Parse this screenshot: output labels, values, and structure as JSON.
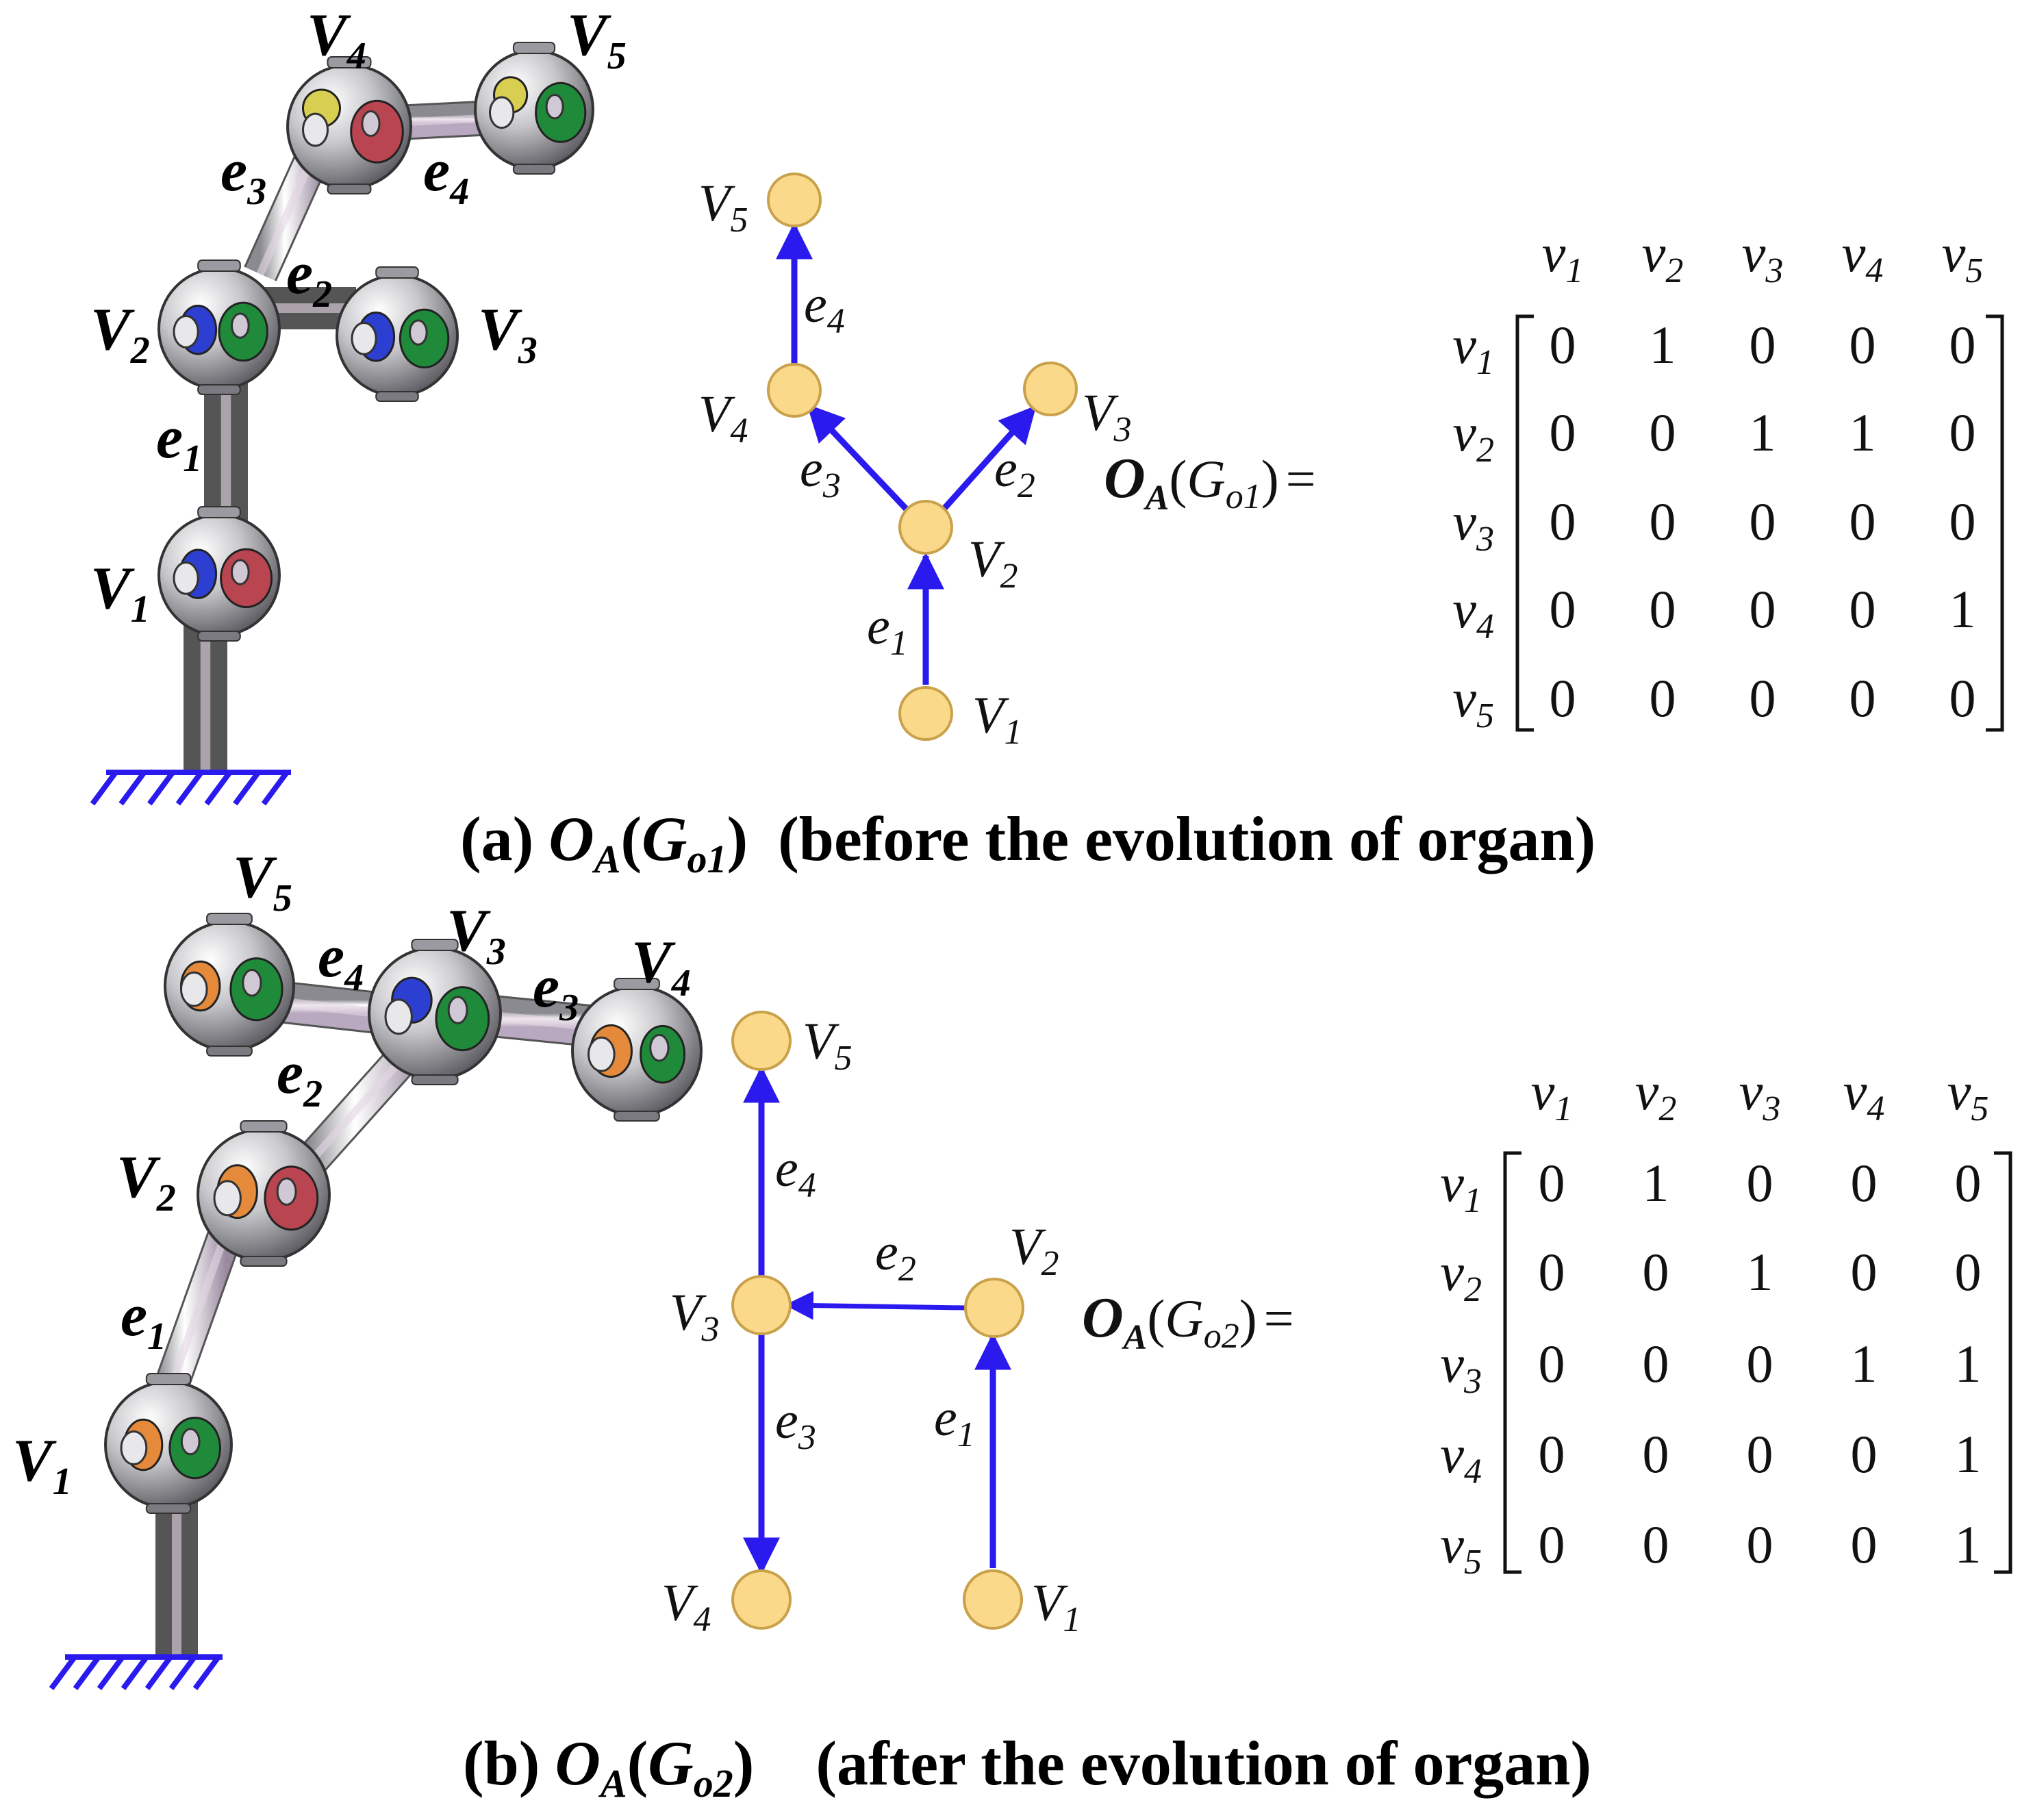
{
  "panels": [
    {
      "id": "a",
      "caption": {
        "prefix": "(a)",
        "O": "O",
        "A": "A",
        "paren_open": "(",
        "G": "G",
        "sub": "o1",
        "paren_close": ")",
        "text": "(before the evolution of organ)"
      },
      "robot_labels": {
        "modules": [
          {
            "letter": "V",
            "sub": "1"
          },
          {
            "letter": "V",
            "sub": "2"
          },
          {
            "letter": "V",
            "sub": "3"
          },
          {
            "letter": "V",
            "sub": "4"
          },
          {
            "letter": "V",
            "sub": "5"
          }
        ],
        "links": [
          {
            "letter": "e",
            "sub": "1"
          },
          {
            "letter": "e",
            "sub": "2"
          },
          {
            "letter": "e",
            "sub": "3"
          },
          {
            "letter": "e",
            "sub": "4"
          }
        ]
      },
      "graph": {
        "nodes": [
          {
            "letter": "V",
            "sub": "1"
          },
          {
            "letter": "V",
            "sub": "2"
          },
          {
            "letter": "V",
            "sub": "3"
          },
          {
            "letter": "V",
            "sub": "4"
          },
          {
            "letter": "V",
            "sub": "5"
          }
        ],
        "edges": [
          {
            "letter": "e",
            "sub": "1",
            "from": "V1",
            "to": "V2"
          },
          {
            "letter": "e",
            "sub": "2",
            "from": "V2",
            "to": "V3"
          },
          {
            "letter": "e",
            "sub": "3",
            "from": "V2",
            "to": "V4"
          },
          {
            "letter": "e",
            "sub": "4",
            "from": "V4",
            "to": "V5"
          }
        ]
      },
      "matrix": {
        "lhs": {
          "O": "O",
          "A": "A",
          "paren_open": "(",
          "G": "G",
          "sub": "o1",
          "paren_close": ")",
          "eq": "="
        },
        "col_headers": [
          {
            "letter": "v",
            "sub": "1"
          },
          {
            "letter": "v",
            "sub": "2"
          },
          {
            "letter": "v",
            "sub": "3"
          },
          {
            "letter": "v",
            "sub": "4"
          },
          {
            "letter": "v",
            "sub": "5"
          }
        ],
        "row_headers": [
          {
            "letter": "v",
            "sub": "1"
          },
          {
            "letter": "v",
            "sub": "2"
          },
          {
            "letter": "v",
            "sub": "3"
          },
          {
            "letter": "v",
            "sub": "4"
          },
          {
            "letter": "v",
            "sub": "5"
          }
        ],
        "rows": [
          [
            "0",
            "1",
            "0",
            "0",
            "0"
          ],
          [
            "0",
            "0",
            "1",
            "1",
            "0"
          ],
          [
            "0",
            "0",
            "0",
            "0",
            "0"
          ],
          [
            "0",
            "0",
            "0",
            "0",
            "1"
          ],
          [
            "0",
            "0",
            "0",
            "0",
            "0"
          ]
        ]
      }
    },
    {
      "id": "b",
      "caption": {
        "prefix": "(b)",
        "O": "O",
        "A": "A",
        "paren_open": "(",
        "G": "G",
        "sub": "o2",
        "paren_close": ")",
        "text": "(after the evolution of organ)"
      },
      "robot_labels": {
        "modules": [
          {
            "letter": "V",
            "sub": "1"
          },
          {
            "letter": "V",
            "sub": "2"
          },
          {
            "letter": "V",
            "sub": "3"
          },
          {
            "letter": "V",
            "sub": "4"
          },
          {
            "letter": "V",
            "sub": "5"
          }
        ],
        "links": [
          {
            "letter": "e",
            "sub": "1"
          },
          {
            "letter": "e",
            "sub": "2"
          },
          {
            "letter": "e",
            "sub": "3"
          },
          {
            "letter": "e",
            "sub": "4"
          }
        ]
      },
      "graph": {
        "nodes": [
          {
            "letter": "V",
            "sub": "1"
          },
          {
            "letter": "V",
            "sub": "2"
          },
          {
            "letter": "V",
            "sub": "3"
          },
          {
            "letter": "V",
            "sub": "4"
          },
          {
            "letter": "V",
            "sub": "5"
          }
        ],
        "edges": [
          {
            "letter": "e",
            "sub": "1",
            "from": "V1",
            "to": "V2"
          },
          {
            "letter": "e",
            "sub": "2",
            "from": "V2",
            "to": "V3"
          },
          {
            "letter": "e",
            "sub": "3",
            "from": "V3",
            "to": "V4"
          },
          {
            "letter": "e",
            "sub": "4",
            "from": "V3",
            "to": "V5"
          }
        ]
      },
      "matrix": {
        "lhs": {
          "O": "O",
          "A": "A",
          "paren_open": "(",
          "G": "G",
          "sub": "o2",
          "paren_close": ")",
          "eq": "="
        },
        "col_headers": [
          {
            "letter": "v",
            "sub": "1"
          },
          {
            "letter": "v",
            "sub": "2"
          },
          {
            "letter": "v",
            "sub": "3"
          },
          {
            "letter": "v",
            "sub": "4"
          },
          {
            "letter": "v",
            "sub": "5"
          }
        ],
        "row_headers": [
          {
            "letter": "v",
            "sub": "1"
          },
          {
            "letter": "v",
            "sub": "2"
          },
          {
            "letter": "v",
            "sub": "3"
          },
          {
            "letter": "v",
            "sub": "4"
          },
          {
            "letter": "v",
            "sub": "5"
          }
        ],
        "rows": [
          [
            "0",
            "1",
            "0",
            "0",
            "0"
          ],
          [
            "0",
            "0",
            "1",
            "0",
            "0"
          ],
          [
            "0",
            "0",
            "0",
            "1",
            "1"
          ],
          [
            "0",
            "0",
            "0",
            "0",
            "1"
          ],
          [
            "0",
            "0",
            "0",
            "0",
            "1"
          ]
        ]
      }
    }
  ],
  "colors": {
    "arrow": "#2a1aee",
    "node_fill": "#fbd98a",
    "node_stroke": "#c9a14a",
    "ground": "#2a1aee",
    "module_body": "#b5b5b8",
    "link_body": "#e4d6e4",
    "face_red": "#b8454f",
    "face_green": "#1e8a3a",
    "face_blue": "#2d3fd0",
    "face_orange": "#e58a3a",
    "face_yellow": "#d8cf52"
  }
}
